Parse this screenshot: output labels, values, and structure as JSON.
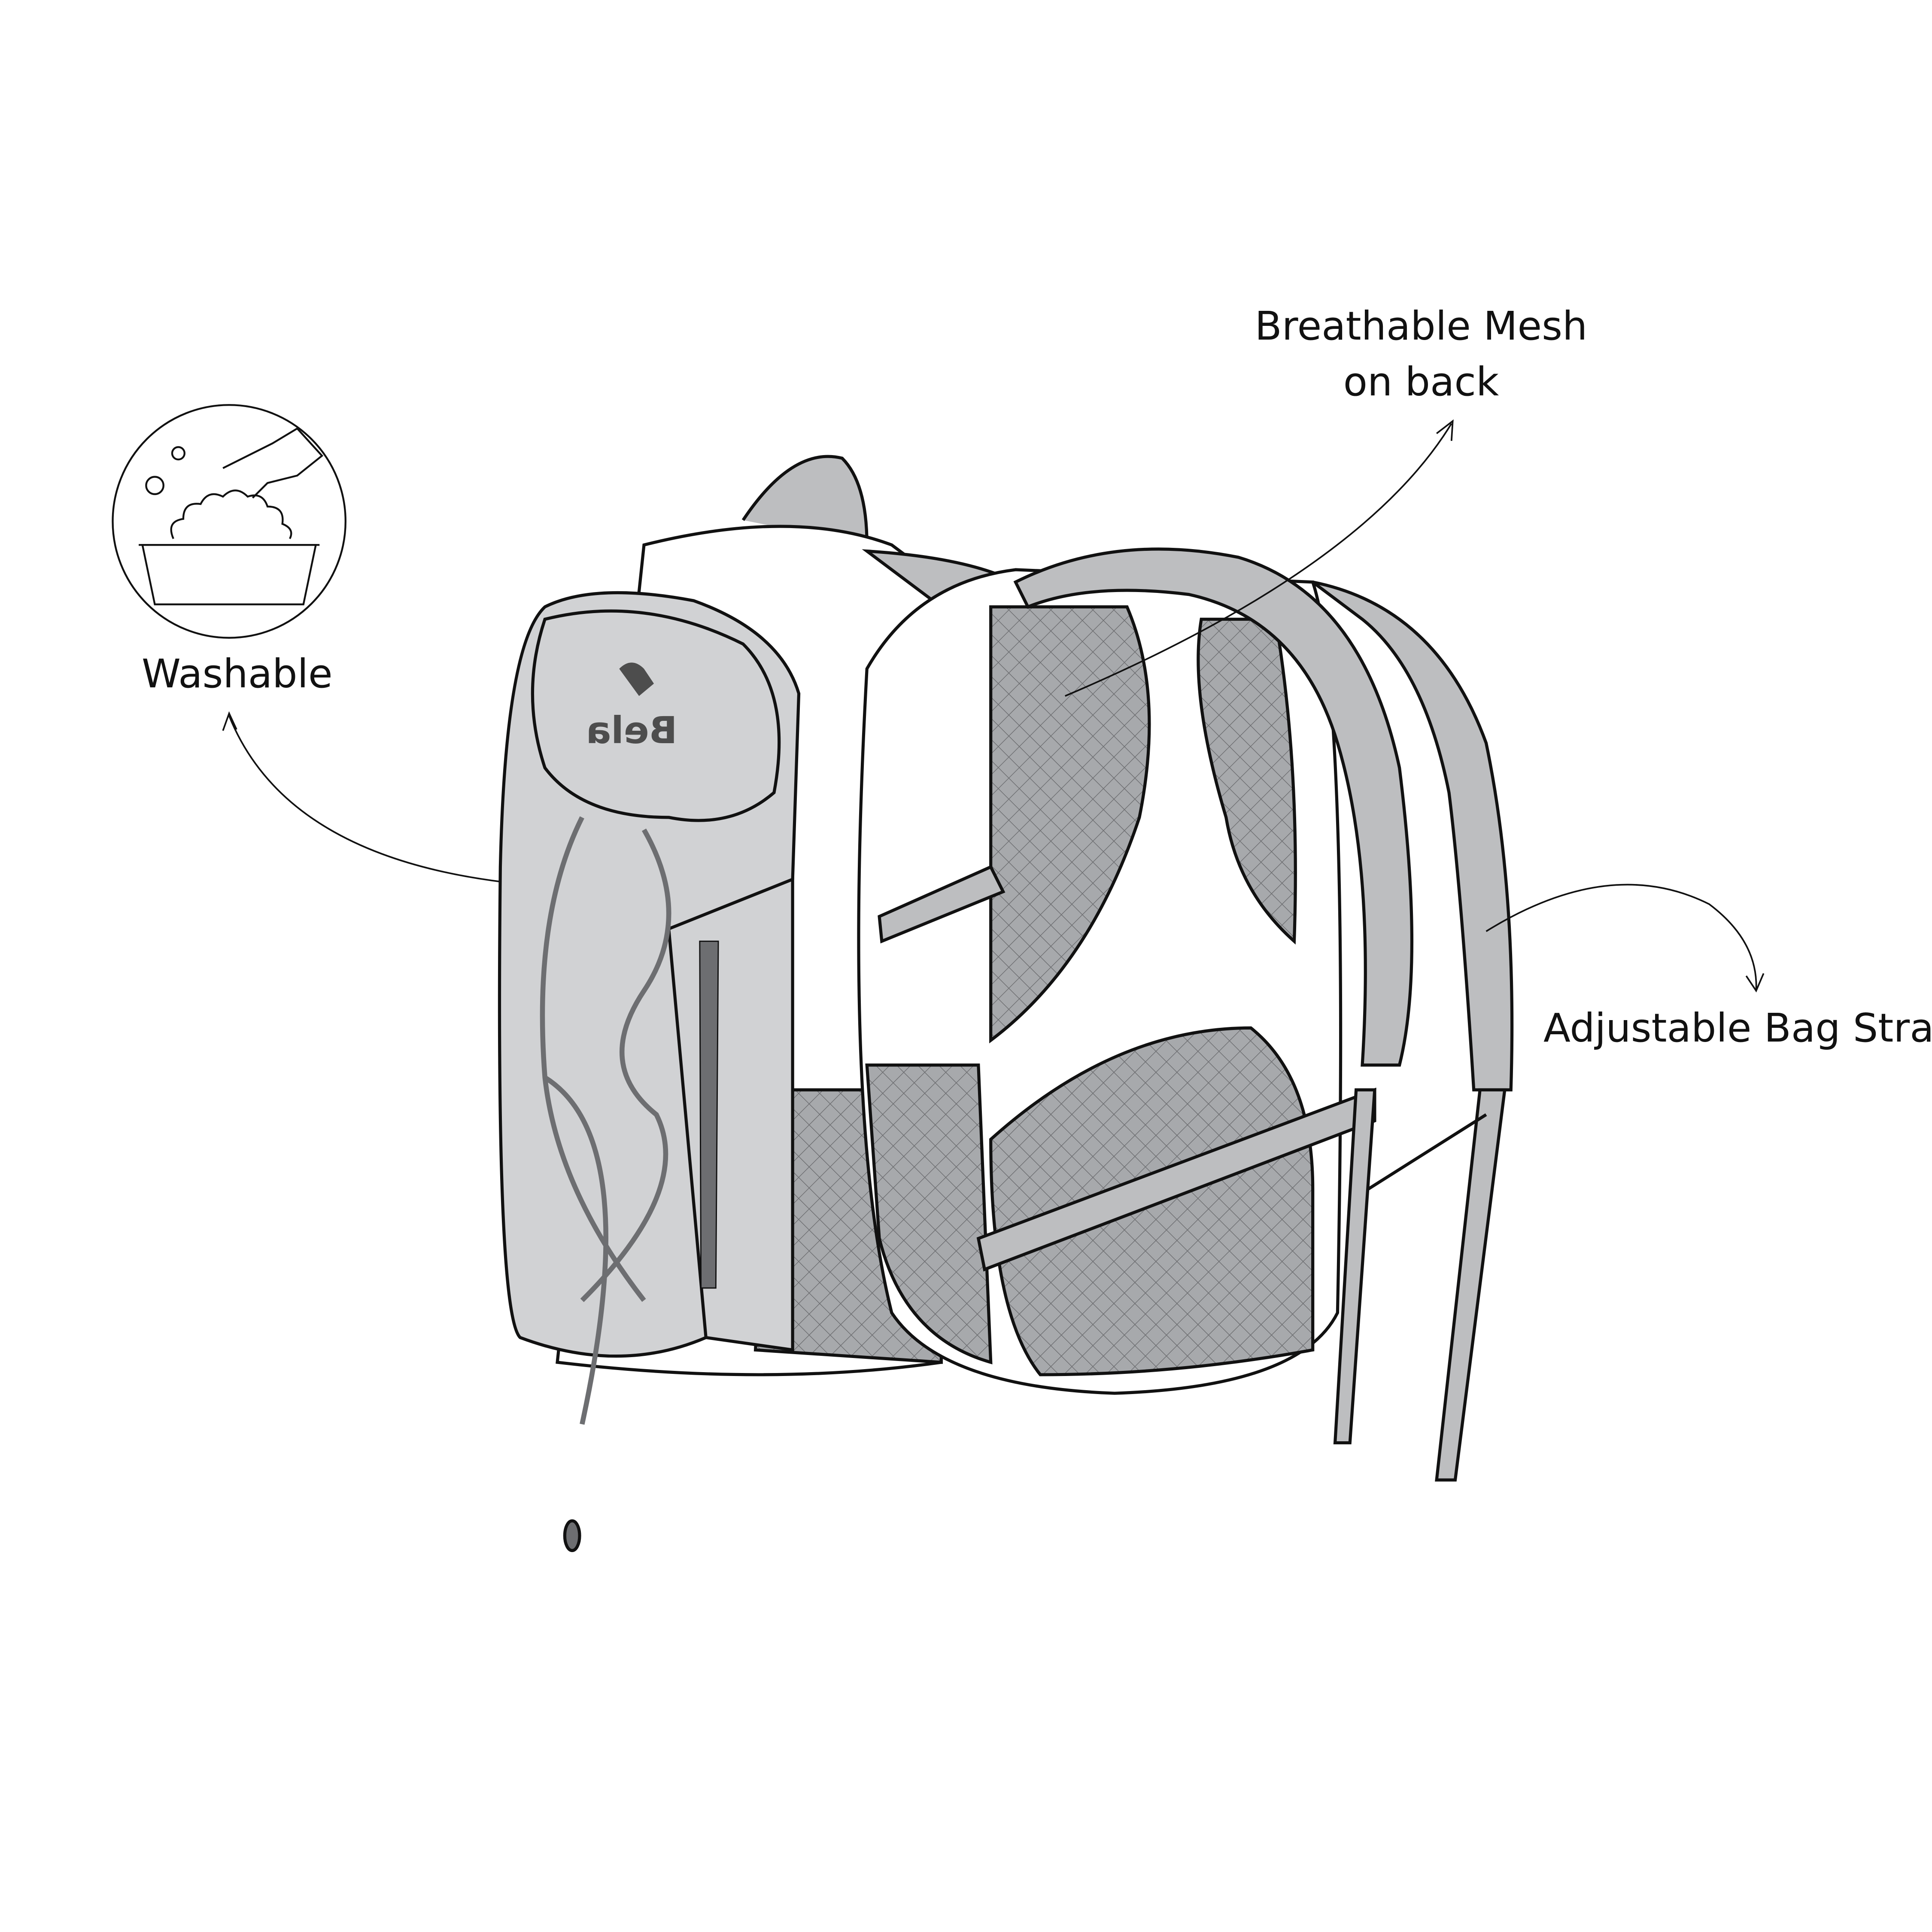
{
  "callouts": {
    "washable": "Washable",
    "mesh_line1": "Breathable Mesh",
    "mesh_line2": "on back",
    "strap": "Adjustable Bag Strap"
  },
  "brand": {
    "logo_text": "Bela"
  },
  "colors": {
    "fabric": "#d1d2d4",
    "strap": "#bdbec0",
    "mesh": "#a7a9ac",
    "outline": "#111111",
    "white_panel": "#ffffff"
  },
  "icons": [
    "washing-basin-icon",
    "bear-logo-icon"
  ]
}
